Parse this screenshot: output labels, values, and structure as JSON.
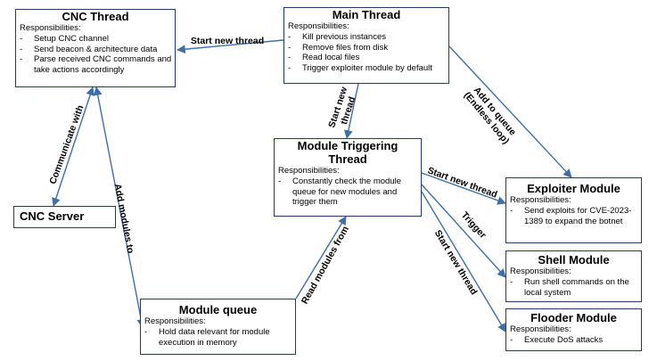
{
  "nodes": {
    "cnc_thread": {
      "title": "CNC Thread",
      "resp_label": "Responsibilities:",
      "items": [
        "Setup CNC channel",
        "Send beacon & architecture data",
        "Parse received CNC commands and take actions accordingly"
      ]
    },
    "main_thread": {
      "title": "Main Thread",
      "resp_label": "Responsibilities:",
      "items": [
        "Kill previous instances",
        "Remove files from disk",
        "Read local files",
        "Trigger exploiter module by default"
      ]
    },
    "module_triggering": {
      "title": "Module Triggering Thread",
      "resp_label": "Responsibilities:",
      "items": [
        "Constantly check the module queue for new modules and trigger them"
      ]
    },
    "cnc_server": {
      "title": "CNC Server"
    },
    "exploiter": {
      "title": "Exploiter Module",
      "resp_label": "Responsibilities:",
      "items": [
        "Send exploits for CVE-2023-1389 to expand the botnet"
      ]
    },
    "shell": {
      "title": "Shell Module",
      "resp_label": "Responsibilities:",
      "items": [
        "Run shell commands on the local system"
      ]
    },
    "flooder": {
      "title": "Flooder Module",
      "resp_label": "Responsibilities:",
      "items": [
        "Execute DoS attacks"
      ]
    },
    "module_queue": {
      "title": "Module queue",
      "resp_label": "Responsibilities:",
      "items": [
        "Hold data relevant for module execution in memory"
      ]
    }
  },
  "edges": [
    {
      "id": "main-to-cnc",
      "from": "main_thread",
      "to": "cnc_thread",
      "label": [
        "Start new thread"
      ]
    },
    {
      "id": "main-to-trigger",
      "from": "main_thread",
      "to": "module_triggering",
      "label": [
        "Start new",
        "thread"
      ]
    },
    {
      "id": "main-to-exploiter",
      "from": "main_thread",
      "to": "exploiter",
      "label": [
        "Add to queue",
        "(Endless loop)"
      ]
    },
    {
      "id": "cnc-server",
      "from": "cnc_thread",
      "to": "cnc_server",
      "label": [
        "Communicate with"
      ]
    },
    {
      "id": "cnc-to-queue",
      "from": "cnc_thread",
      "to": "module_queue",
      "label": [
        "Add modules to"
      ]
    },
    {
      "id": "queue-read",
      "from": "module_queue",
      "to": "module_triggering",
      "label": [
        "Read modules from"
      ]
    },
    {
      "id": "trigger-to-exploiter",
      "from": "module_triggering",
      "to": "exploiter",
      "label": [
        "Start new thread"
      ]
    },
    {
      "id": "trigger-to-shell",
      "from": "module_triggering",
      "to": "shell",
      "label": [
        "Trigger"
      ]
    },
    {
      "id": "trigger-to-flooder",
      "from": "module_triggering",
      "to": "flooder",
      "label": [
        "Start new thread"
      ]
    }
  ],
  "colors": {
    "border": "#1f3b66",
    "arrow": "#3d6fa8"
  }
}
